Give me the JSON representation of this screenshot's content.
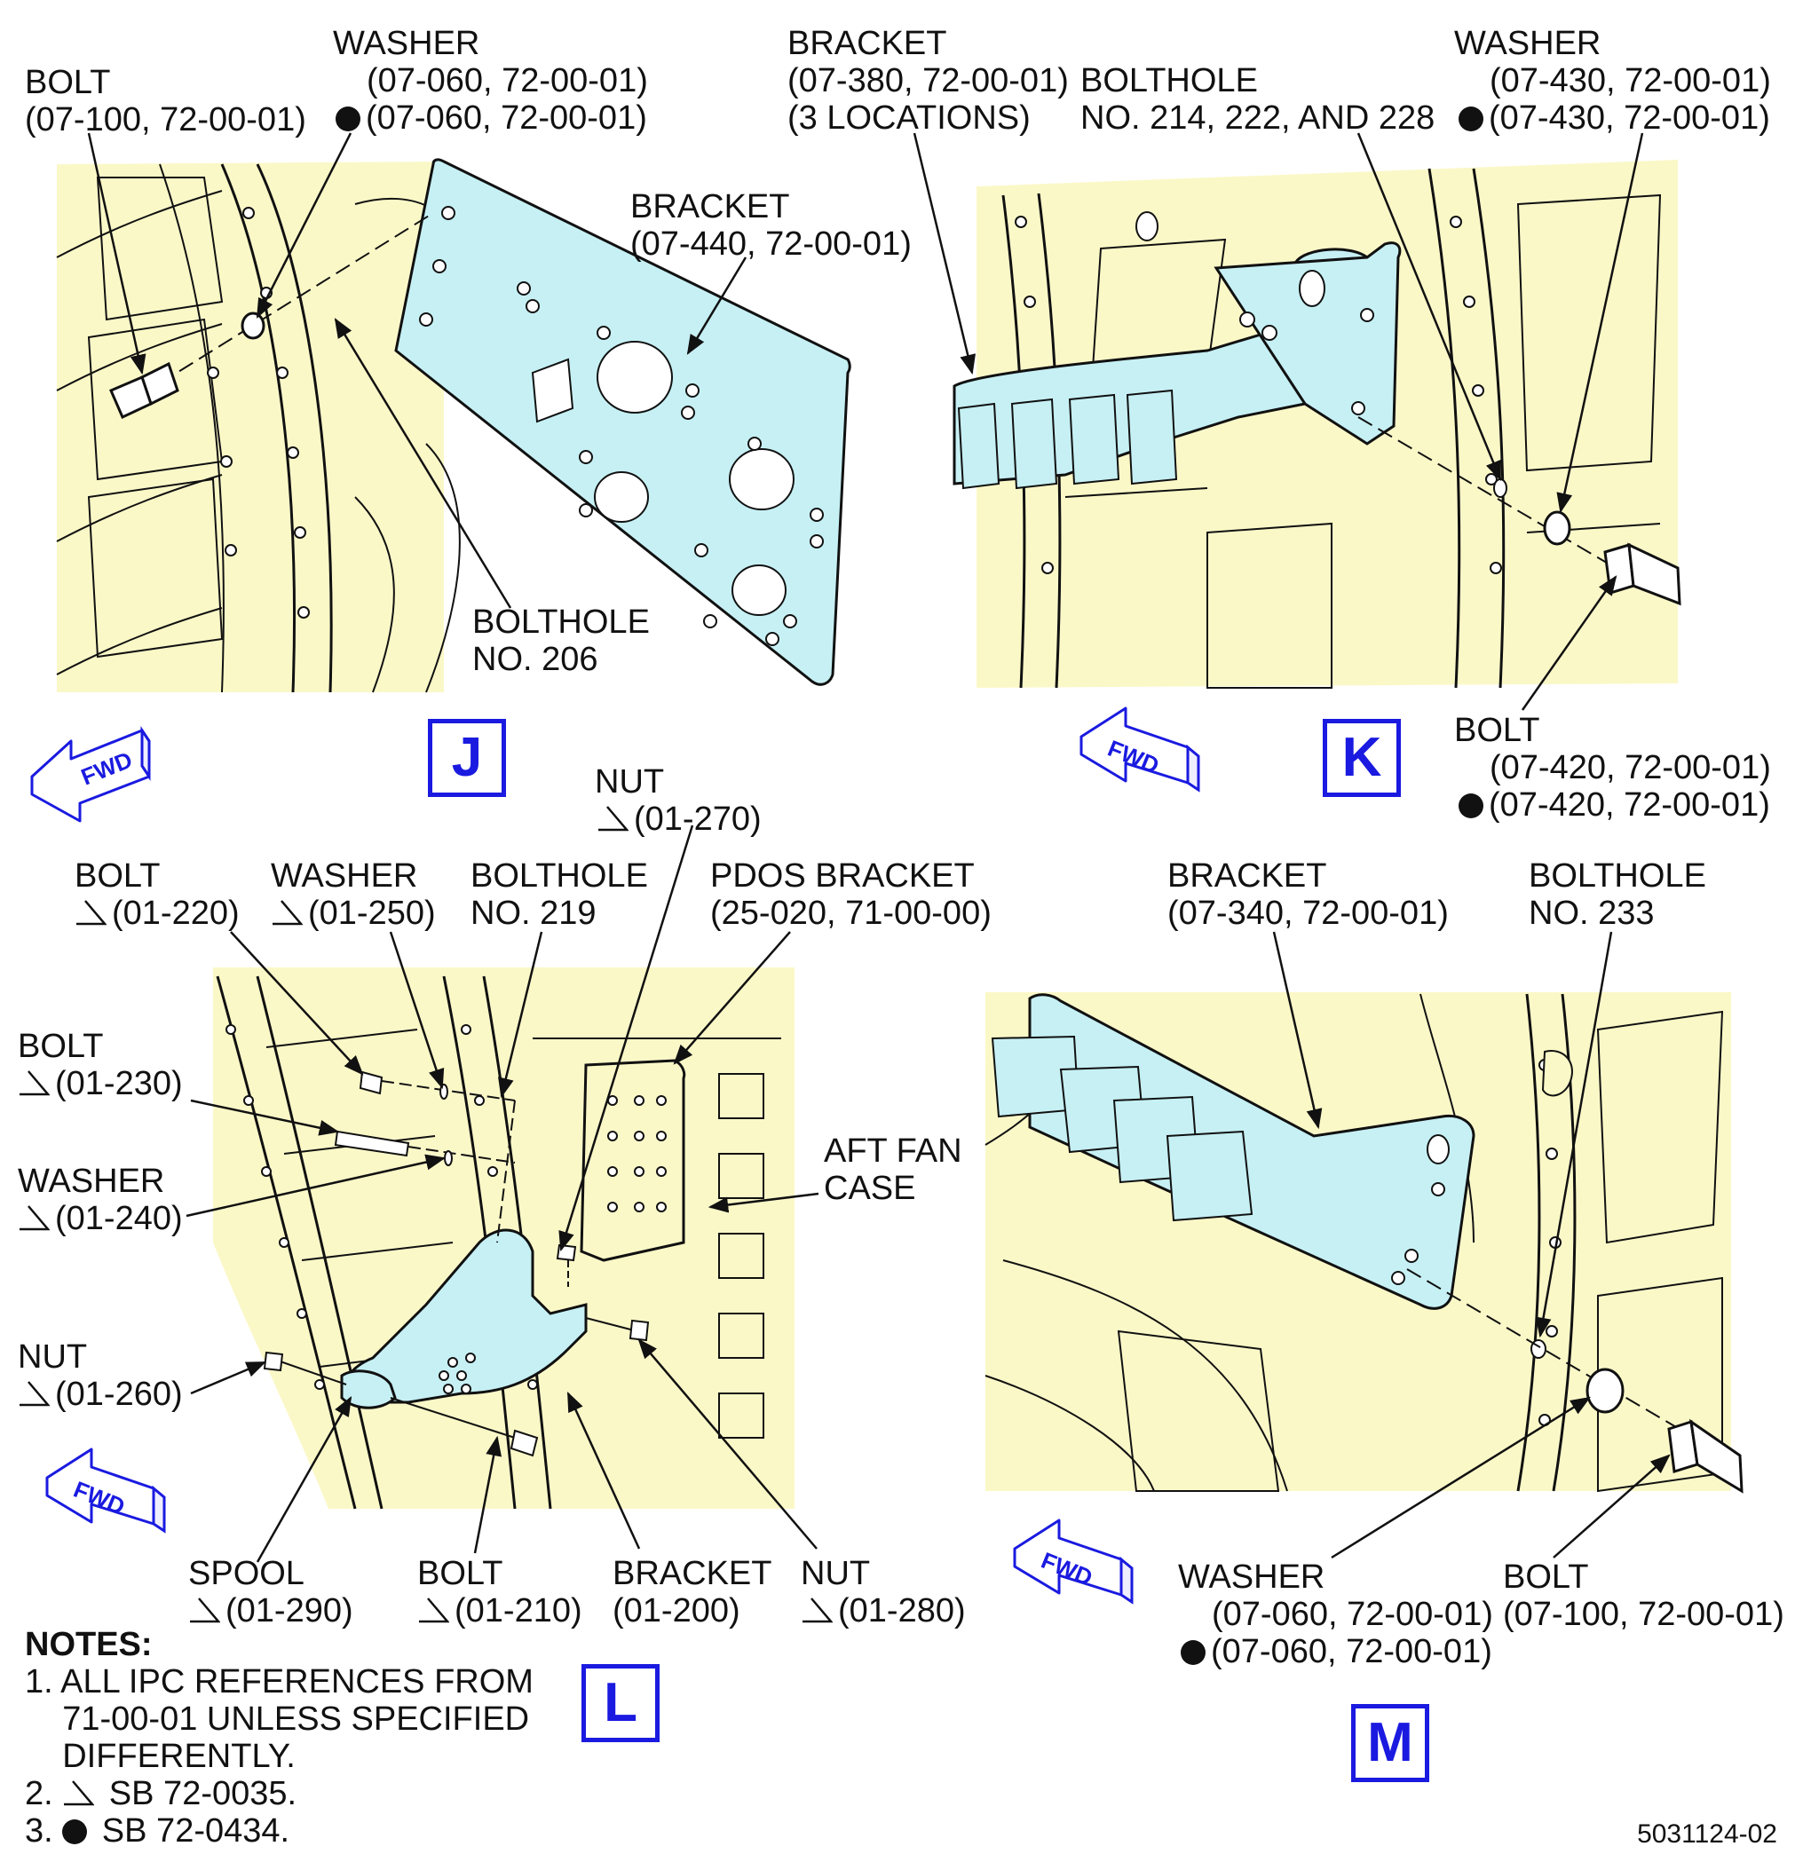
{
  "views": {
    "J": {
      "label": "J",
      "bolt": {
        "name": "BOLT",
        "ref": "(07-100, 72-00-01)"
      },
      "washer": {
        "name": "WASHER",
        "ref1": "(07-060, 72-00-01)",
        "ref2": "(07-060, 72-00-01)"
      },
      "bracket": {
        "name": "BRACKET",
        "ref": "(07-440, 72-00-01)"
      },
      "bolthole": {
        "name": "BOLTHOLE",
        "ref": "NO. 206"
      }
    },
    "K": {
      "label": "K",
      "bracket": {
        "name": "BRACKET",
        "ref": "(07-380, 72-00-01)",
        "note": "(3 LOCATIONS)"
      },
      "bolthole": {
        "name": "BOLTHOLE",
        "ref": "NO. 214, 222, AND 228"
      },
      "washer": {
        "name": "WASHER",
        "ref1": "(07-430, 72-00-01)",
        "ref2": "(07-430, 72-00-01)"
      },
      "bolt": {
        "name": "BOLT",
        "ref1": "(07-420, 72-00-01)",
        "ref2": "(07-420, 72-00-01)"
      }
    },
    "L": {
      "label": "L",
      "nut_top": {
        "name": "NUT",
        "ref": "(01-270)"
      },
      "bolt_top": {
        "name": "BOLT",
        "ref": "(01-220)"
      },
      "washer_top": {
        "name": "WASHER",
        "ref": "(01-250)"
      },
      "bolthole": {
        "name": "BOLTHOLE",
        "ref": "NO. 219"
      },
      "pdos": {
        "name": "PDOS BRACKET",
        "ref": "(25-020, 71-00-00)"
      },
      "bolt_mid": {
        "name": "BOLT",
        "ref": "(01-230)"
      },
      "washer_mid": {
        "name": "WASHER",
        "ref": "(01-240)"
      },
      "aft_fan_case": {
        "line1": "AFT FAN",
        "line2": "CASE"
      },
      "nut_left": {
        "name": "NUT",
        "ref": "(01-260)"
      },
      "spool": {
        "name": "SPOOL",
        "ref": "(01-290)"
      },
      "bolt_bottom": {
        "name": "BOLT",
        "ref": "(01-210)"
      },
      "bracket": {
        "name": "BRACKET",
        "ref": "(01-200)"
      },
      "nut_bottom": {
        "name": "NUT",
        "ref": "(01-280)"
      }
    },
    "M": {
      "label": "M",
      "bracket": {
        "name": "BRACKET",
        "ref": "(07-340, 72-00-01)"
      },
      "bolthole": {
        "name": "BOLTHOLE",
        "ref": "NO. 233"
      },
      "washer": {
        "name": "WASHER",
        "ref1": "(07-060, 72-00-01)",
        "ref2": "(07-060, 72-00-01)"
      },
      "bolt": {
        "name": "BOLT",
        "ref": "(07-100, 72-00-01)"
      }
    }
  },
  "fwd_label": "FWD",
  "notes": {
    "title": "NOTES:",
    "n1a": "1. ALL IPC REFERENCES FROM",
    "n1b": "    71-00-01 UNLESS SPECIFIED",
    "n1c": "    DIFFERENTLY.",
    "n2num": "2. ",
    "n2text": " SB 72-0035.",
    "n3num": "3. ",
    "n3text": " SB 72-0434."
  },
  "doc_number": "5031124-02",
  "colors": {
    "background": "#fbf8c8",
    "part": "#c6f0f4",
    "view_label": "#1a1ae0",
    "line": "#111111"
  }
}
